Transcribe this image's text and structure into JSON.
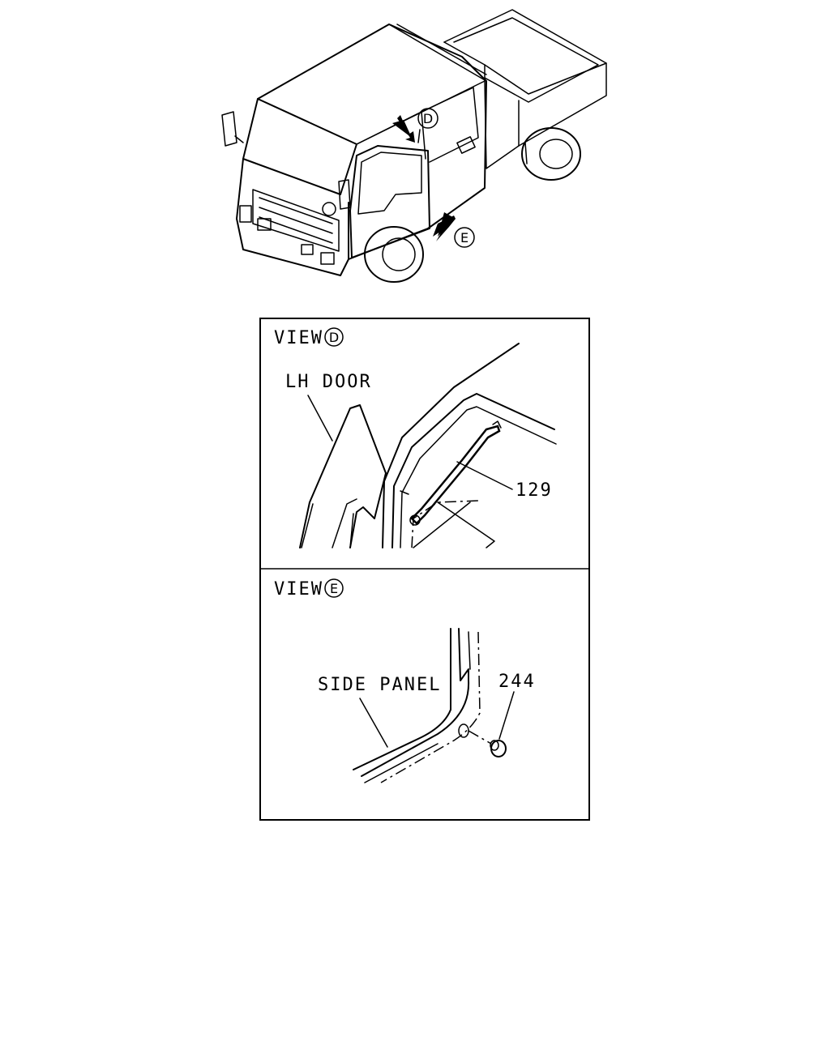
{
  "callouts": {
    "view_d_marker": "D",
    "view_e_marker": "E"
  },
  "view_d": {
    "title": "VIEW",
    "marker": "D",
    "door_label": "LH DOOR",
    "part_number": "129"
  },
  "view_e": {
    "title": "VIEW",
    "marker": "E",
    "panel_label": "SIDE PANEL",
    "part_number": "244"
  }
}
